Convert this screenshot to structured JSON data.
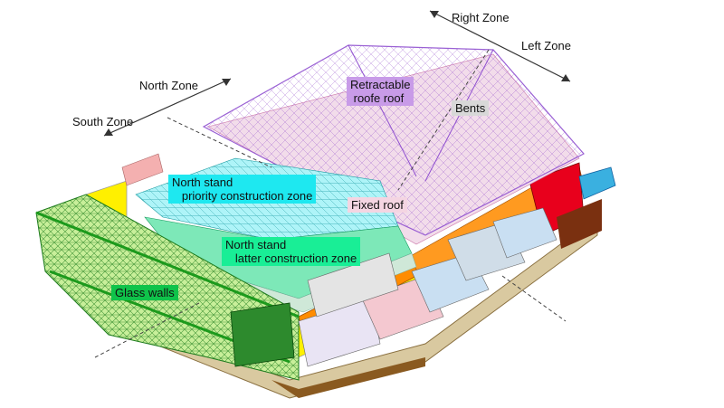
{
  "zones": {
    "right": "Right Zone",
    "left": "Left Zone",
    "north": "North Zone",
    "south": "South Zone"
  },
  "labels": {
    "retractable_roof": "Retractable\n roofe roof",
    "bents": "Bents",
    "fixed_roof": "Fixed roof",
    "north_priority": "North stand\n   priority construction zone",
    "north_latter": "North stand\n   latter construction zone",
    "glass_walls": "Glass walls"
  },
  "colors": {
    "retractable_roof": "#c89be8",
    "bents": "#d8d8d8",
    "fixed_roof": "#f4d5e2",
    "north_priority": "#1ee8f0",
    "north_latter": "#19ee96",
    "glass_walls": "#0fc34a",
    "south_stand": "#ff8c00",
    "right_end": "#e8001c",
    "base": "#d9c9a0",
    "walls": "#fff000"
  }
}
